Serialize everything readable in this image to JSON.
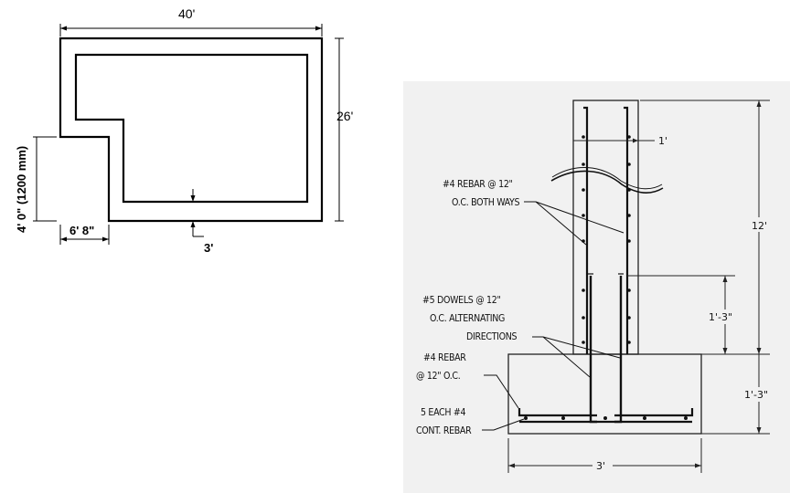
{
  "plan": {
    "width_label": "40'",
    "height_label": "26'",
    "wall_label": "3'",
    "notch_height_label": "4' 0\" (1200 mm)",
    "notch_width_label": "6' 8\""
  },
  "section": {
    "wall_rebar_note_1": "#4 REBAR @ 12\"",
    "wall_rebar_note_2": "O.C. BOTH WAYS",
    "dowels_note_1": "#5 DOWELS @ 12\"",
    "dowels_note_2": "O.C. ALTERNATING",
    "dowels_note_3": "DIRECTIONS",
    "footing_rebar_note_1": "#4 REBAR",
    "footing_rebar_note_2": "@ 12\" O.C.",
    "cont_rebar_note_1": "5 EACH #4",
    "cont_rebar_note_2": "CONT. REBAR",
    "wall_thickness": "1'",
    "wall_height": "12'",
    "dowel_height": "1'-3\"",
    "footing_depth": "1'-3\"",
    "footing_width": "3'"
  }
}
